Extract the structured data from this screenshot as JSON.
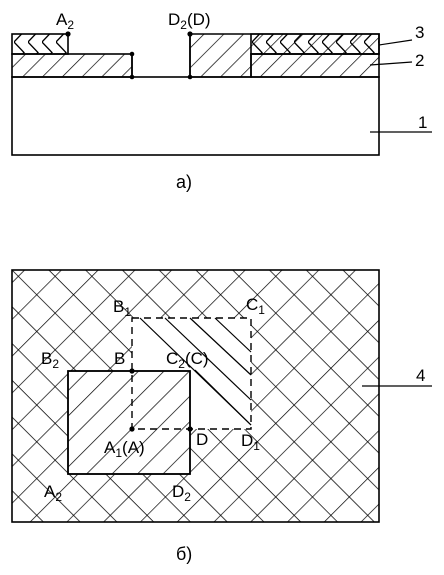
{
  "figure_a": {
    "labels": {
      "a2": {
        "main": "A",
        "sub": "2"
      },
      "d2d": {
        "main": "D",
        "sub": "2",
        "tail": "(D)"
      }
    },
    "callouts": {
      "layer3": "3",
      "layer2": "2",
      "layer1": "1"
    },
    "caption": "а)"
  },
  "figure_b": {
    "labels": {
      "b1": {
        "main": "B",
        "sub": "1"
      },
      "c1": {
        "main": "C",
        "sub": "1"
      },
      "b2": {
        "main": "B",
        "sub": "2"
      },
      "b": {
        "main": "B"
      },
      "c2c": {
        "main": "C",
        "sub": "2",
        "tail": "(C)"
      },
      "a1a": {
        "main": "A",
        "sub": "1",
        "tail": "(A)"
      },
      "d": {
        "main": "D"
      },
      "d1": {
        "main": "D",
        "sub": "1"
      },
      "a2": {
        "main": "A",
        "sub": "2"
      },
      "d2": {
        "main": "D",
        "sub": "2"
      }
    },
    "callouts": {
      "layer4": "4"
    },
    "caption": "б)"
  }
}
